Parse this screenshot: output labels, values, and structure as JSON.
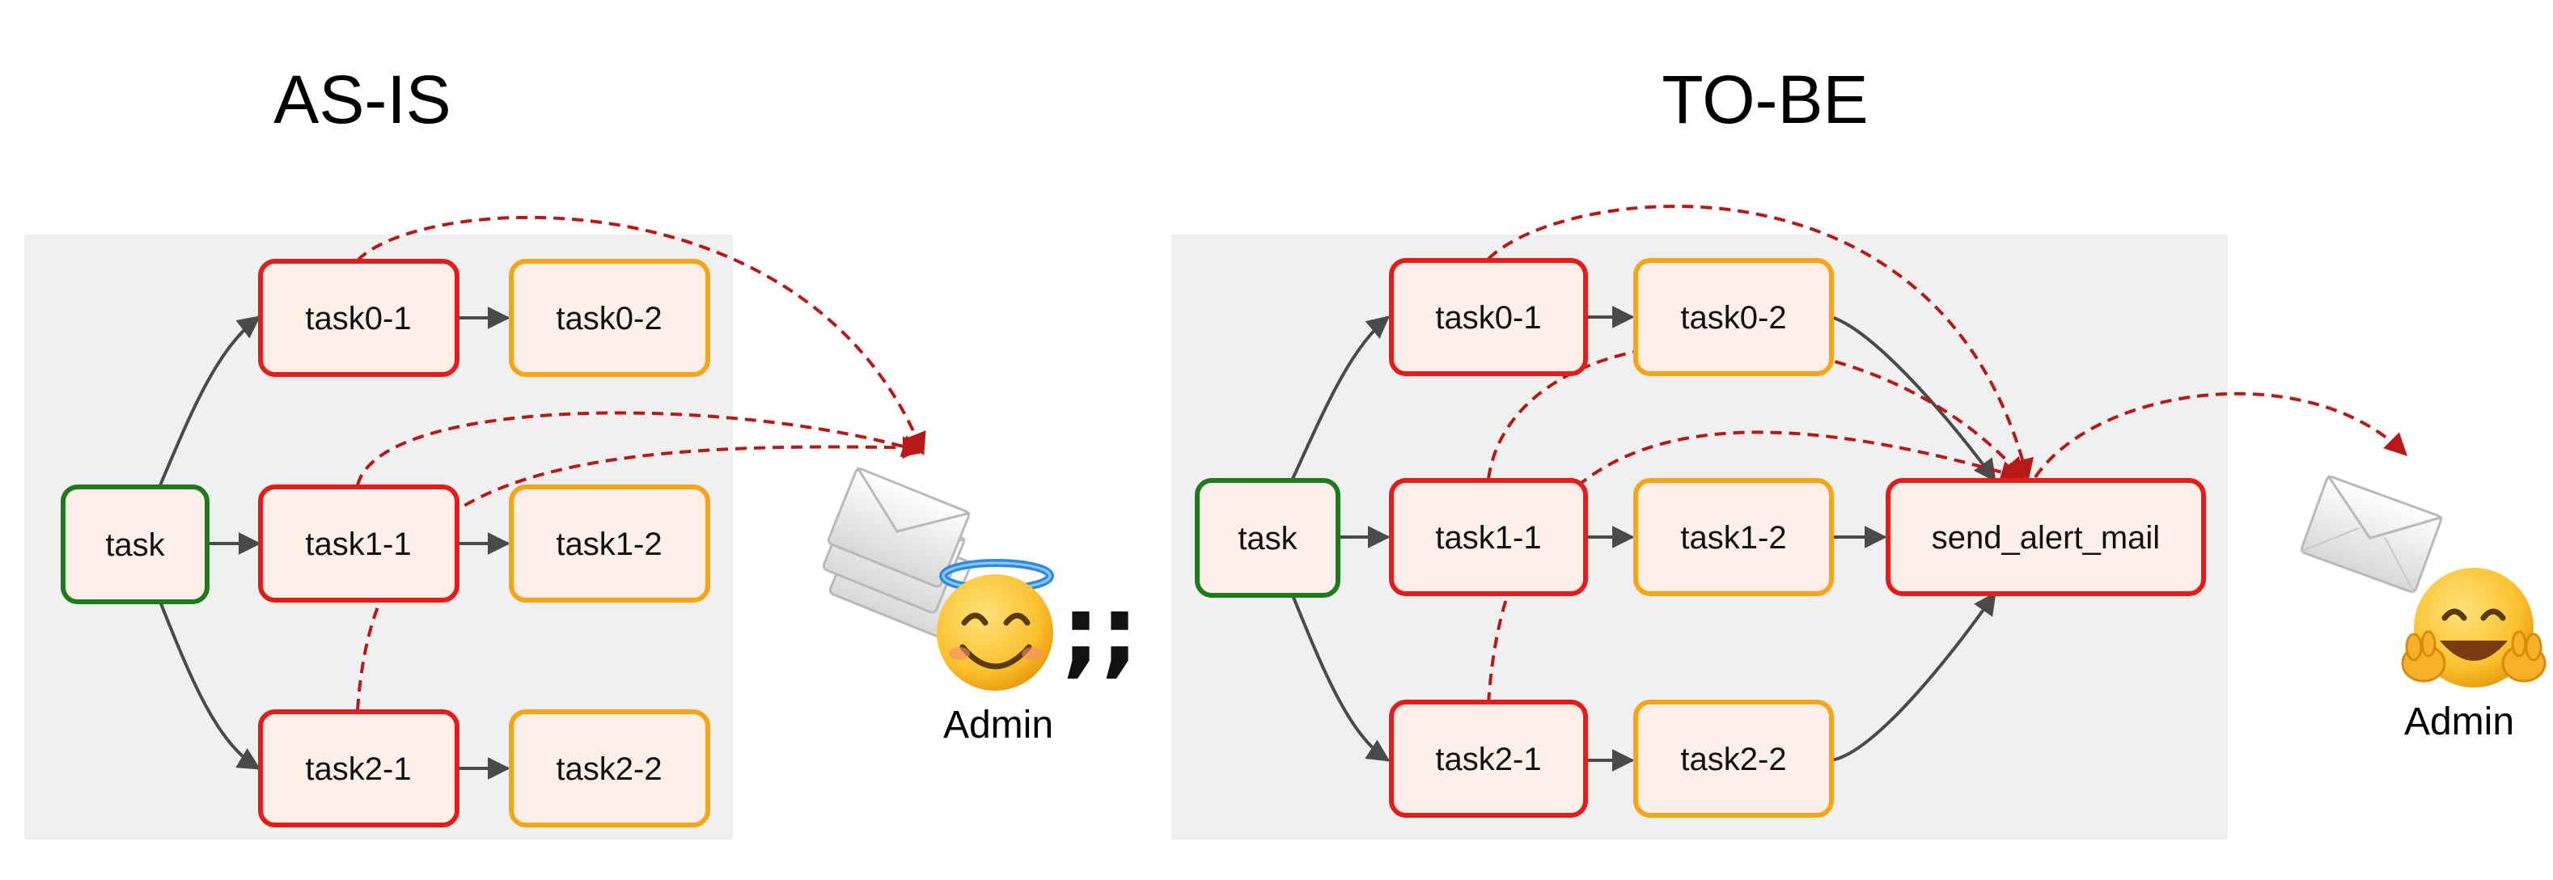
{
  "colors": {
    "panel_bg": "#f0f0f0",
    "node_fill": "#fdefe8",
    "start_border": "#1d7a1d",
    "first_step_border": "#e41c1c",
    "second_step_border": "#f5a516",
    "flow_edge": "#4a4a4a",
    "alert_edge": "#b81818"
  },
  "as_is": {
    "title": "AS-IS",
    "nodes": {
      "task": "task",
      "task0_1": "task0-1",
      "task0_2": "task0-2",
      "task1_1": "task1-1",
      "task1_2": "task1-2",
      "task2_1": "task2-1",
      "task2_2": "task2-2"
    },
    "recipient": {
      "label": "Admin",
      "mail_icon": "stacked-envelopes-icon",
      "emoji_icon": "smiling-face-with-halo-icon",
      "emphasis": ";;"
    }
  },
  "to_be": {
    "title": "TO-BE",
    "nodes": {
      "task": "task",
      "task0_1": "task0-1",
      "task0_2": "task0-2",
      "task1_1": "task1-1",
      "task1_2": "task1-2",
      "task2_1": "task2-1",
      "task2_2": "task2-2",
      "send_alert_mail": "send_alert_mail"
    },
    "recipient": {
      "label": "Admin",
      "mail_icon": "envelope-icon",
      "emoji_icon": "hugging-face-icon"
    }
  }
}
